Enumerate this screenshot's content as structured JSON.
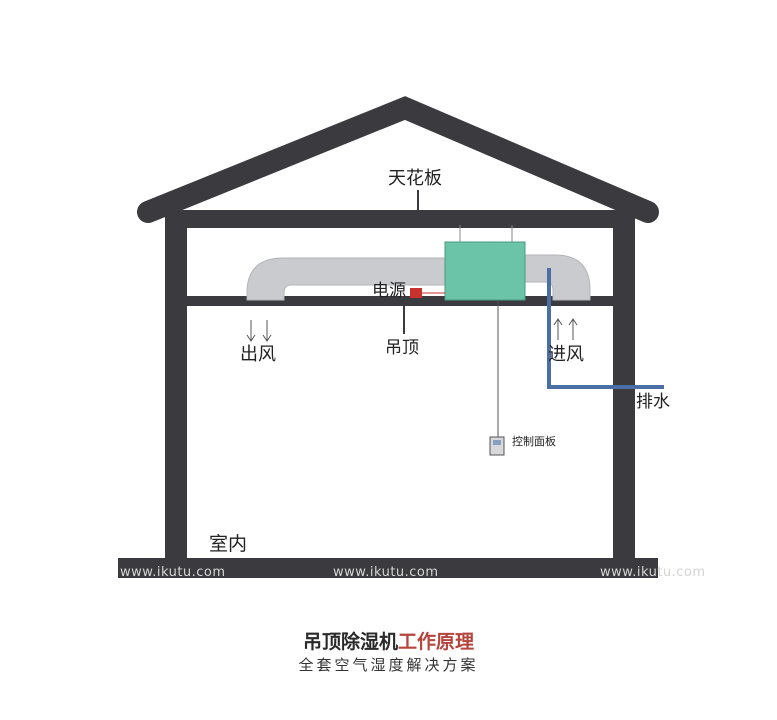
{
  "labels": {
    "ceiling": "天花板",
    "power": "电源",
    "suspended_ceiling": "吊顶",
    "air_out": "出风",
    "air_in": "进风",
    "drain": "排水",
    "control_panel": "控制面板",
    "indoor": "室内"
  },
  "watermarks": [
    "www.ikutu.com",
    "www.ikutu.com",
    "www.ikutu.com"
  ],
  "title": {
    "part1": "吊顶除湿机",
    "part2": "工作原理"
  },
  "subtitle": "全套空气湿度解决方案",
  "colors": {
    "structure": "#3b3a3f",
    "unit": "#6cc4a8",
    "duct": "#c9cbce",
    "drain_pipe": "#4b6fa5",
    "power_box": "#c8312d",
    "accent": "#b5443c"
  }
}
